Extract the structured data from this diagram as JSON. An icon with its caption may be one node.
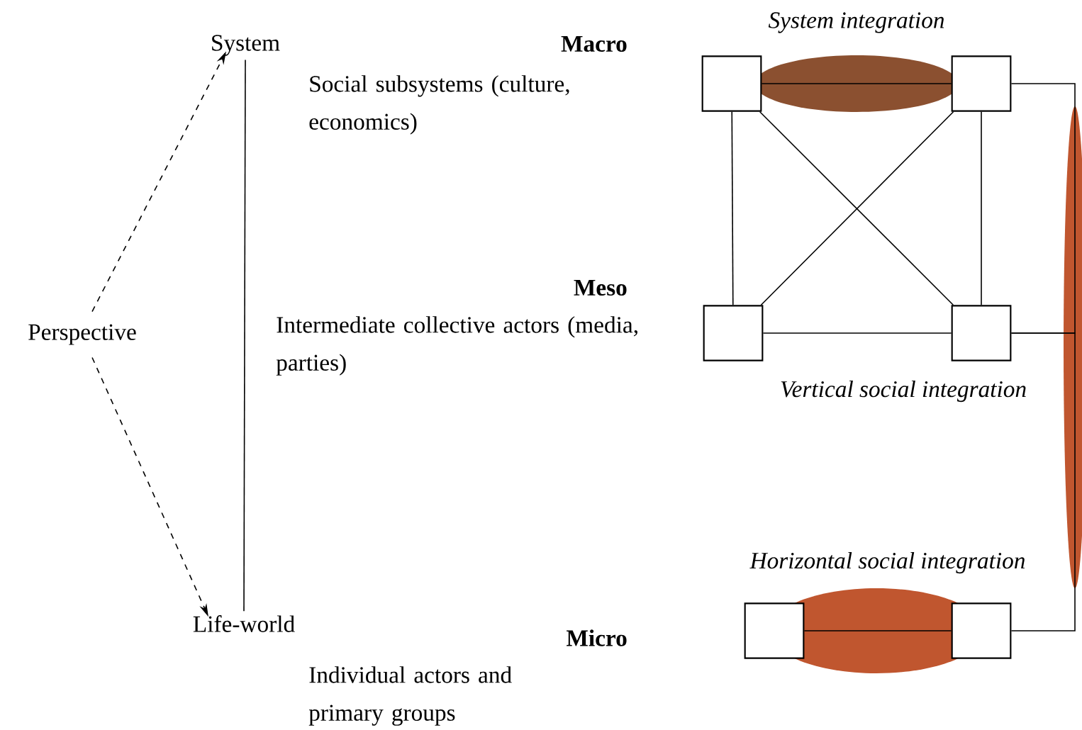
{
  "diagram": {
    "nodes": [
      {
        "text": [
          "System"
        ]
      },
      {
        "text": [
          "Perspective"
        ]
      },
      {
        "text": [
          "Life-world"
        ]
      },
      {
        "text": [],
        "shape": "box"
      },
      {
        "text": [],
        "shape": "box"
      },
      {
        "text": [],
        "shape": "box"
      },
      {
        "text": [],
        "shape": "box"
      },
      {
        "text": [],
        "shape": "box"
      },
      {
        "text": [],
        "shape": "box"
      }
    ],
    "edges": [
      {
        "from": 1,
        "to": 0,
        "arrow": "to",
        "style": "dashed"
      },
      {
        "from": 1,
        "to": 2,
        "arrow": "to",
        "style": "dashed"
      },
      {
        "from": 0,
        "to": 2,
        "arrow": "none"
      },
      {
        "from": 3,
        "to": 4,
        "arrow": "none"
      },
      {
        "from": 3,
        "to": 5,
        "arrow": "none"
      },
      {
        "from": 4,
        "to": 6,
        "arrow": "none"
      },
      {
        "from": 3,
        "to": 6,
        "arrow": "none"
      },
      {
        "from": 4,
        "to": 5,
        "arrow": "none"
      },
      {
        "from": 5,
        "to": 6,
        "arrow": "none"
      },
      {
        "from": 4,
        "to": 6,
        "arrow": "none"
      },
      {
        "from": 6,
        "to": 8,
        "arrow": "none"
      },
      {
        "from": 7,
        "to": 8,
        "arrow": "none"
      }
    ],
    "labels": [
      "System integration",
      "Macro",
      "Social subsystems (culture, economics)",
      "Meso",
      "Intermediate collective actors (media, parties)",
      "Vertical social integration",
      "Horizontal social integration",
      "Micro",
      "Individual actors and primary groups"
    ]
  }
}
